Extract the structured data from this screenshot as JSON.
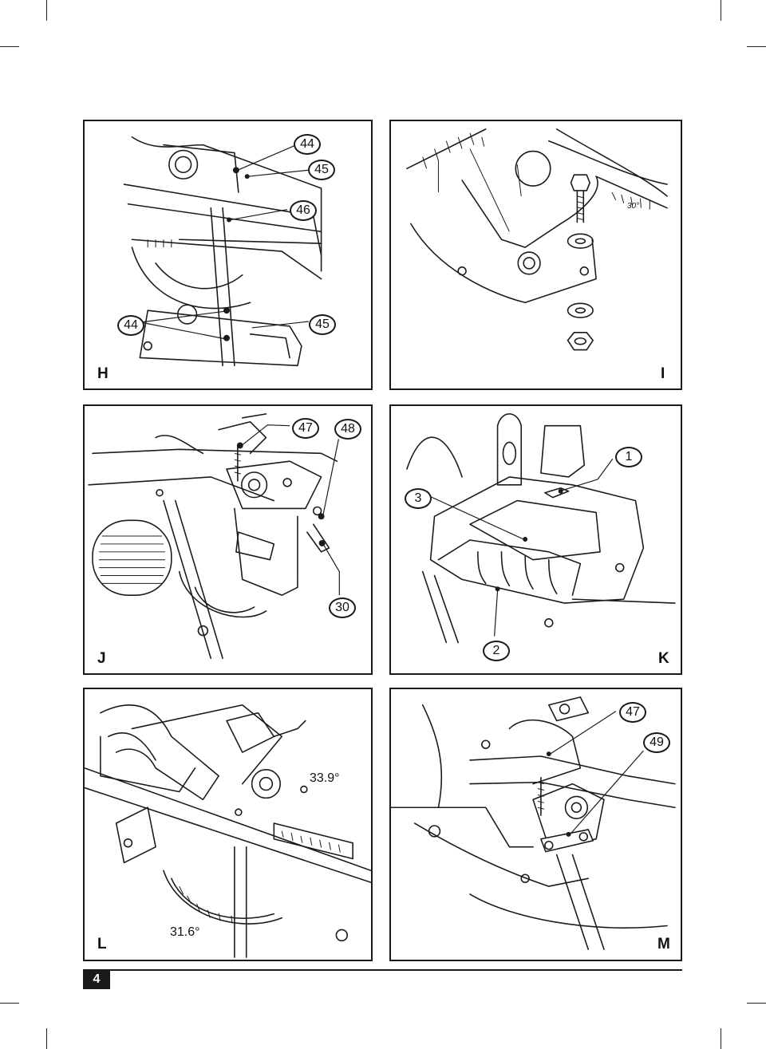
{
  "page_number": "4",
  "figures": {
    "H": {
      "letter": "H",
      "callouts": [
        "44",
        "45",
        "46",
        "44",
        "45"
      ]
    },
    "I": {
      "letter": "I",
      "scale_label": "30°"
    },
    "J": {
      "letter": "J",
      "callouts": [
        "47",
        "48",
        "30"
      ]
    },
    "K": {
      "letter": "K",
      "callouts": [
        "1",
        "3",
        "2"
      ]
    },
    "L": {
      "letter": "L",
      "angles": [
        "33.9°",
        "31.6°"
      ]
    },
    "M": {
      "letter": "M",
      "callouts": [
        "47",
        "49"
      ]
    }
  }
}
